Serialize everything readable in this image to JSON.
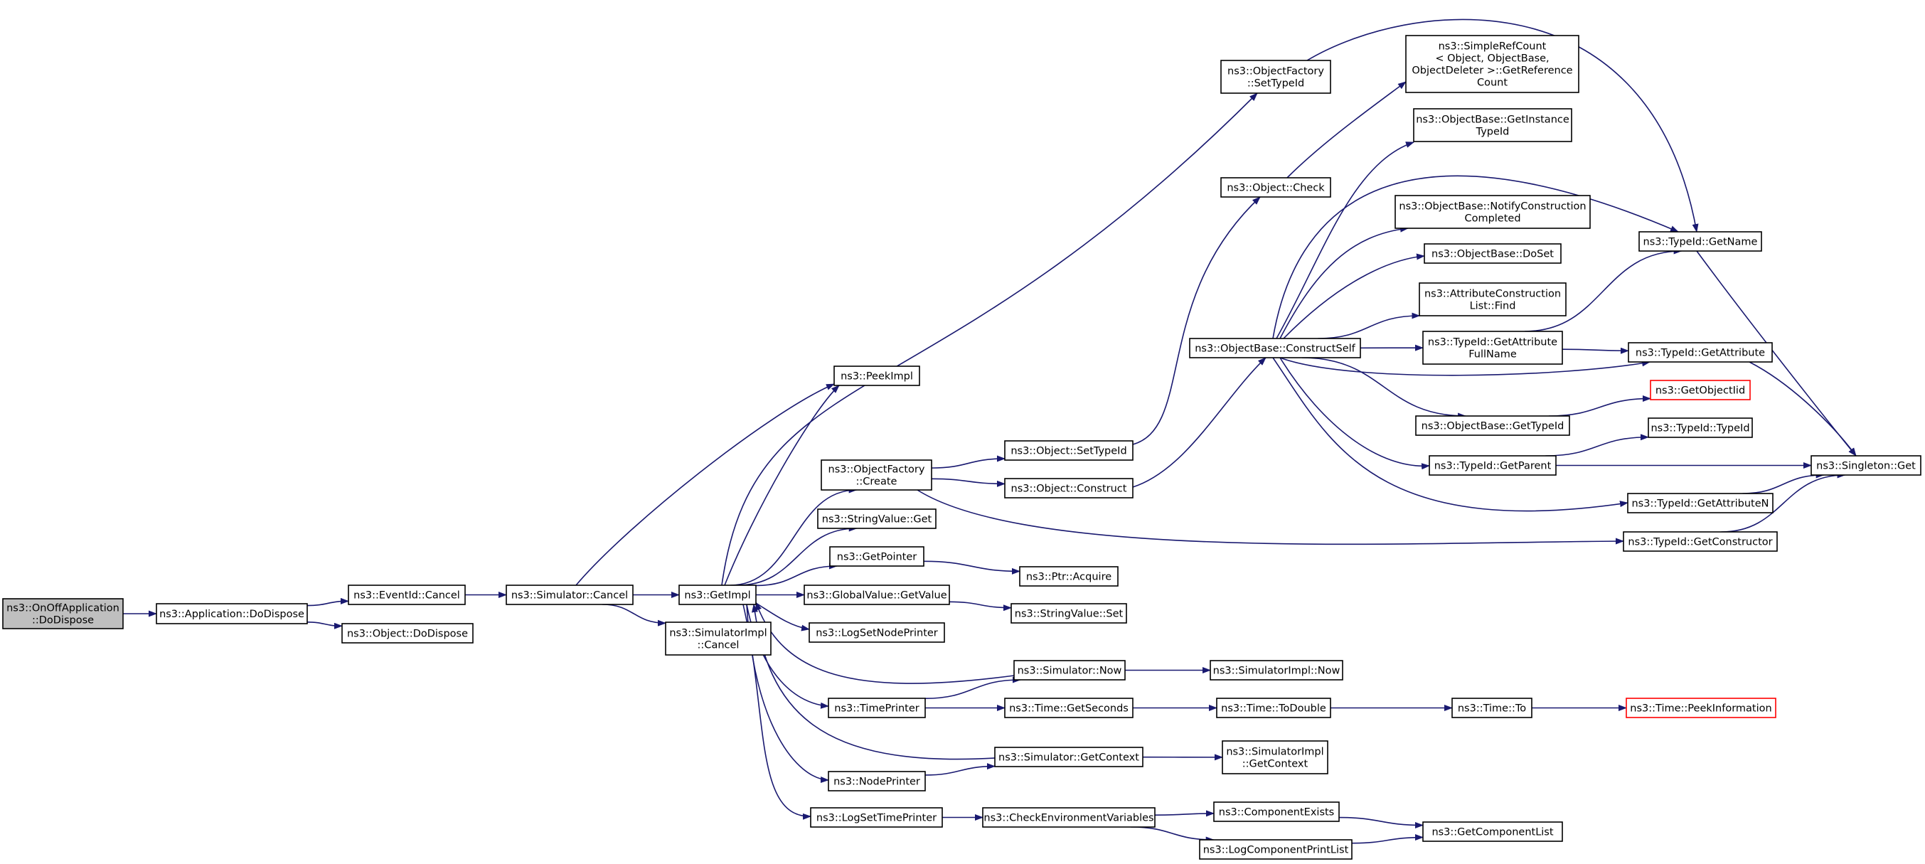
{
  "graph": {
    "edge_color": "#191970",
    "nodes": [
      {
        "id": "root",
        "lines": [
          "ns3::OnOffApplication",
          "::DoDispose"
        ],
        "root": true
      },
      {
        "id": "appDoDispose",
        "lines": [
          "ns3::Application::DoDispose"
        ]
      },
      {
        "id": "eventCancel",
        "lines": [
          "ns3::EventId::Cancel"
        ]
      },
      {
        "id": "objDoDispose",
        "lines": [
          "ns3::Object::DoDispose"
        ]
      },
      {
        "id": "simCancel",
        "lines": [
          "ns3::Simulator::Cancel"
        ]
      },
      {
        "id": "getImpl",
        "lines": [
          "ns3::GetImpl"
        ]
      },
      {
        "id": "simImplCancel",
        "lines": [
          "ns3::SimulatorImpl",
          "::Cancel"
        ]
      },
      {
        "id": "peekImpl",
        "lines": [
          "ns3::PeekImpl"
        ]
      },
      {
        "id": "ofCreate",
        "lines": [
          "ns3::ObjectFactory",
          "::Create"
        ]
      },
      {
        "id": "strValGet",
        "lines": [
          "ns3::StringValue::Get"
        ]
      },
      {
        "id": "getPointer",
        "lines": [
          "ns3::GetPointer"
        ]
      },
      {
        "id": "gvGetValue",
        "lines": [
          "ns3::GlobalValue::GetValue"
        ]
      },
      {
        "id": "logSetNodePrinter",
        "lines": [
          "ns3::LogSetNodePrinter"
        ]
      },
      {
        "id": "timePrinter",
        "lines": [
          "ns3::TimePrinter"
        ]
      },
      {
        "id": "nodePrinter",
        "lines": [
          "ns3::NodePrinter"
        ]
      },
      {
        "id": "logSetTimePrinter",
        "lines": [
          "ns3::LogSetTimePrinter"
        ]
      },
      {
        "id": "objSetTypeId",
        "lines": [
          "ns3::Object::SetTypeId"
        ]
      },
      {
        "id": "objConstruct",
        "lines": [
          "ns3::Object::Construct"
        ]
      },
      {
        "id": "ptrAcquire",
        "lines": [
          "ns3::Ptr::Acquire"
        ]
      },
      {
        "id": "strValSet",
        "lines": [
          "ns3::StringValue::Set"
        ]
      },
      {
        "id": "simNow",
        "lines": [
          "ns3::Simulator::Now"
        ]
      },
      {
        "id": "timeGetSeconds",
        "lines": [
          "ns3::Time::GetSeconds"
        ]
      },
      {
        "id": "simGetContext",
        "lines": [
          "ns3::Simulator::GetContext"
        ]
      },
      {
        "id": "checkEnv",
        "lines": [
          "ns3::CheckEnvironmentVariables"
        ]
      },
      {
        "id": "ofSetTypeId",
        "lines": [
          "ns3::ObjectFactory",
          "::SetTypeId"
        ]
      },
      {
        "id": "objCheck",
        "lines": [
          "ns3::Object::Check"
        ]
      },
      {
        "id": "obConstructSelf",
        "lines": [
          "ns3::ObjectBase::ConstructSelf"
        ]
      },
      {
        "id": "simImplNow",
        "lines": [
          "ns3::SimulatorImpl::Now"
        ]
      },
      {
        "id": "timeToDouble",
        "lines": [
          "ns3::Time::ToDouble"
        ]
      },
      {
        "id": "simImplGetContext",
        "lines": [
          "ns3::SimulatorImpl",
          "::GetContext"
        ]
      },
      {
        "id": "componentExists",
        "lines": [
          "ns3::ComponentExists"
        ]
      },
      {
        "id": "logComponentPrintList",
        "lines": [
          "ns3::LogComponentPrintList"
        ]
      },
      {
        "id": "srcGetRefCount",
        "lines": [
          "ns3::SimpleRefCount",
          "< Object, ObjectBase,",
          "ObjectDeleter >::GetReference",
          "Count"
        ]
      },
      {
        "id": "obGetInstanceTypeId",
        "lines": [
          "ns3::ObjectBase::GetInstance",
          "TypeId"
        ]
      },
      {
        "id": "obNotifyConstruction",
        "lines": [
          "ns3::ObjectBase::NotifyConstruction",
          "Completed"
        ]
      },
      {
        "id": "obDoSet",
        "lines": [
          "ns3::ObjectBase::DoSet"
        ]
      },
      {
        "id": "attrConstructionFind",
        "lines": [
          "ns3::AttributeConstruction",
          "List::Find"
        ]
      },
      {
        "id": "tidGetAttrFullName",
        "lines": [
          "ns3::TypeId::GetAttribute",
          "FullName"
        ]
      },
      {
        "id": "obGetTypeId",
        "lines": [
          "ns3::ObjectBase::GetTypeId"
        ]
      },
      {
        "id": "tidGetParent",
        "lines": [
          "ns3::TypeId::GetParent"
        ]
      },
      {
        "id": "timeTo",
        "lines": [
          "ns3::Time::To"
        ]
      },
      {
        "id": "getComponentList",
        "lines": [
          "ns3::GetComponentList"
        ]
      },
      {
        "id": "tidGetName",
        "lines": [
          "ns3::TypeId::GetName"
        ]
      },
      {
        "id": "tidGetAttribute",
        "lines": [
          "ns3::TypeId::GetAttribute"
        ]
      },
      {
        "id": "getObjectIid",
        "lines": [
          "ns3::GetObjectIid"
        ],
        "red": true
      },
      {
        "id": "tidTypeId",
        "lines": [
          "ns3::TypeId::TypeId"
        ]
      },
      {
        "id": "tidGetAttributeN",
        "lines": [
          "ns3::TypeId::GetAttributeN"
        ]
      },
      {
        "id": "tidGetConstructor",
        "lines": [
          "ns3::TypeId::GetConstructor"
        ]
      },
      {
        "id": "timePeekInfo",
        "lines": [
          "ns3::Time::PeekInformation"
        ],
        "red": true
      },
      {
        "id": "singletonGet",
        "lines": [
          "ns3::Singleton::Get"
        ]
      }
    ],
    "edges": [
      [
        "root",
        "appDoDispose"
      ],
      [
        "appDoDispose",
        "eventCancel"
      ],
      [
        "appDoDispose",
        "objDoDispose"
      ],
      [
        "eventCancel",
        "simCancel"
      ],
      [
        "simCancel",
        "getImpl"
      ],
      [
        "simCancel",
        "simImplCancel"
      ],
      [
        "simCancel",
        "peekImpl"
      ],
      [
        "getImpl",
        "peekImpl"
      ],
      [
        "getImpl",
        "ofCreate"
      ],
      [
        "getImpl",
        "strValGet"
      ],
      [
        "getImpl",
        "getPointer"
      ],
      [
        "getImpl",
        "gvGetValue"
      ],
      [
        "getImpl",
        "logSetNodePrinter"
      ],
      [
        "getImpl",
        "timePrinter"
      ],
      [
        "getImpl",
        "nodePrinter"
      ],
      [
        "getImpl",
        "logSetTimePrinter"
      ],
      [
        "getImpl",
        "ofSetTypeId"
      ],
      [
        "ofCreate",
        "objSetTypeId"
      ],
      [
        "ofCreate",
        "objConstruct"
      ],
      [
        "ofCreate",
        "tidGetConstructor"
      ],
      [
        "getPointer",
        "ptrAcquire"
      ],
      [
        "gvGetValue",
        "strValSet"
      ],
      [
        "timePrinter",
        "simNow"
      ],
      [
        "timePrinter",
        "timeGetSeconds"
      ],
      [
        "nodePrinter",
        "simGetContext"
      ],
      [
        "logSetTimePrinter",
        "checkEnv"
      ],
      [
        "simNow",
        "getImpl"
      ],
      [
        "simNow",
        "simImplNow"
      ],
      [
        "simGetContext",
        "getImpl"
      ],
      [
        "simGetContext",
        "simImplGetContext"
      ],
      [
        "timeGetSeconds",
        "timeToDouble"
      ],
      [
        "timeToDouble",
        "timeTo"
      ],
      [
        "timeTo",
        "timePeekInfo"
      ],
      [
        "checkEnv",
        "componentExists"
      ],
      [
        "checkEnv",
        "logComponentPrintList"
      ],
      [
        "componentExists",
        "getComponentList"
      ],
      [
        "logComponentPrintList",
        "getComponentList"
      ],
      [
        "objSetTypeId",
        "objCheck"
      ],
      [
        "objConstruct",
        "obConstructSelf"
      ],
      [
        "objCheck",
        "srcGetRefCount"
      ],
      [
        "ofSetTypeId",
        "tidGetName"
      ],
      [
        "obConstructSelf",
        "obGetInstanceTypeId"
      ],
      [
        "obConstructSelf",
        "obNotifyConstruction"
      ],
      [
        "obConstructSelf",
        "obDoSet"
      ],
      [
        "obConstructSelf",
        "attrConstructionFind"
      ],
      [
        "obConstructSelf",
        "tidGetAttrFullName"
      ],
      [
        "obConstructSelf",
        "obGetTypeId"
      ],
      [
        "obConstructSelf",
        "tidGetParent"
      ],
      [
        "obConstructSelf",
        "tidGetName"
      ],
      [
        "obConstructSelf",
        "tidGetAttribute"
      ],
      [
        "obConstructSelf",
        "tidGetAttributeN"
      ],
      [
        "tidGetAttrFullName",
        "tidGetName"
      ],
      [
        "tidGetAttrFullName",
        "tidGetAttribute"
      ],
      [
        "obGetTypeId",
        "getObjectIid"
      ],
      [
        "tidGetParent",
        "tidTypeId"
      ],
      [
        "tidGetParent",
        "singletonGet"
      ],
      [
        "tidGetName",
        "singletonGet"
      ],
      [
        "tidGetAttribute",
        "singletonGet"
      ],
      [
        "tidGetAttributeN",
        "singletonGet"
      ],
      [
        "tidGetConstructor",
        "singletonGet"
      ]
    ]
  }
}
